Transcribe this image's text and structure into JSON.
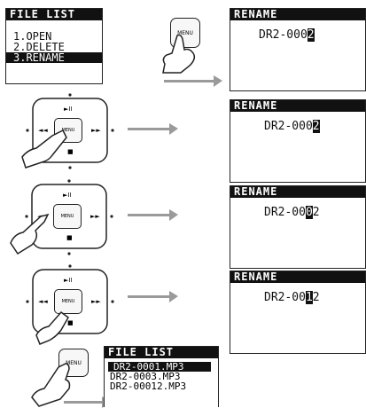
{
  "screens": {
    "file_list_1": {
      "title": "FILE LIST",
      "items": [
        "1.OPEN",
        "2.DELETE",
        "3.RENAME"
      ],
      "selected_index": 2
    },
    "rename_1": {
      "title": "RENAME",
      "prefix": "DR2-000",
      "cursor": "2",
      "suffix": ""
    },
    "rename_2": {
      "title": "RENAME",
      "prefix": "DR2-000",
      "cursor": "2",
      "suffix": ""
    },
    "rename_3": {
      "title": "RENAME",
      "prefix": "DR2-00",
      "cursor": "0",
      "suffix": "2"
    },
    "rename_4": {
      "title": "RENAME",
      "prefix": "DR2-00",
      "cursor": "1",
      "suffix": "2"
    },
    "file_list_2": {
      "title": "FILE LIST",
      "items": [
        "DR2-0001.MP3",
        "DR2-0003.MP3",
        "DR2-00012.MP3"
      ],
      "selected_index": 0
    }
  },
  "buttons": {
    "menu_label": "MENU",
    "play_pause": "►II",
    "rewind": "◄◄",
    "forward": "►►",
    "stop": "■"
  }
}
